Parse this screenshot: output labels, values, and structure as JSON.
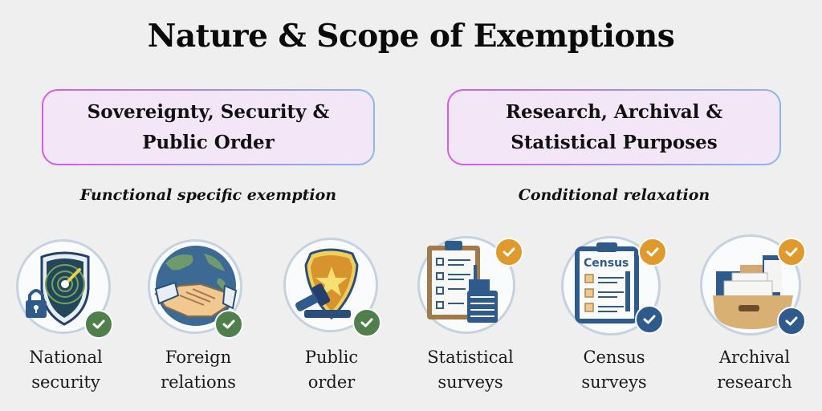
{
  "title": "Nature & Scope of Exemptions",
  "colors": {
    "background": "#efefef",
    "box_fill": "#f3e6f7",
    "box_border_start": "#d45ce8",
    "box_border_end": "#8eb6ea",
    "check_green": "#4f7f4a",
    "check_orange": "#e09a2c",
    "check_blue": "#2f5a8c"
  },
  "categories": [
    {
      "heading_line1": "Sovereignty, Security &",
      "heading_line2": "Public Order",
      "subtitle": "Functional specific exemption",
      "items": [
        {
          "label_line1": "National",
          "label_line2": "security",
          "icon": "shield-radar-lock-icon",
          "badges": [
            "green-check"
          ]
        },
        {
          "label_line1": "Foreign",
          "label_line2": "relations",
          "icon": "globe-handshake-icon",
          "badges": [
            "green-check"
          ]
        },
        {
          "label_line1": "Public",
          "label_line2": "order",
          "icon": "police-badge-gavel-icon",
          "badges": [
            "green-check"
          ]
        }
      ]
    },
    {
      "heading_line1": "Research, Archival &",
      "heading_line2": "Statistical Purposes",
      "subtitle": "Conditional relaxation",
      "items": [
        {
          "label_line1": "Statistical",
          "label_line2": "surveys",
          "icon": "clipboard-survey-icon",
          "badges": [
            "orange-check"
          ]
        },
        {
          "label_line1": "Census",
          "label_line2": "surveys",
          "icon": "census-clipboard-icon",
          "icon_text": "Census",
          "badges": [
            "orange-check",
            "blue-check"
          ]
        },
        {
          "label_line1": "Archival",
          "label_line2": "research",
          "icon": "archive-box-icon",
          "badges": [
            "orange-check",
            "blue-check"
          ]
        }
      ]
    }
  ]
}
